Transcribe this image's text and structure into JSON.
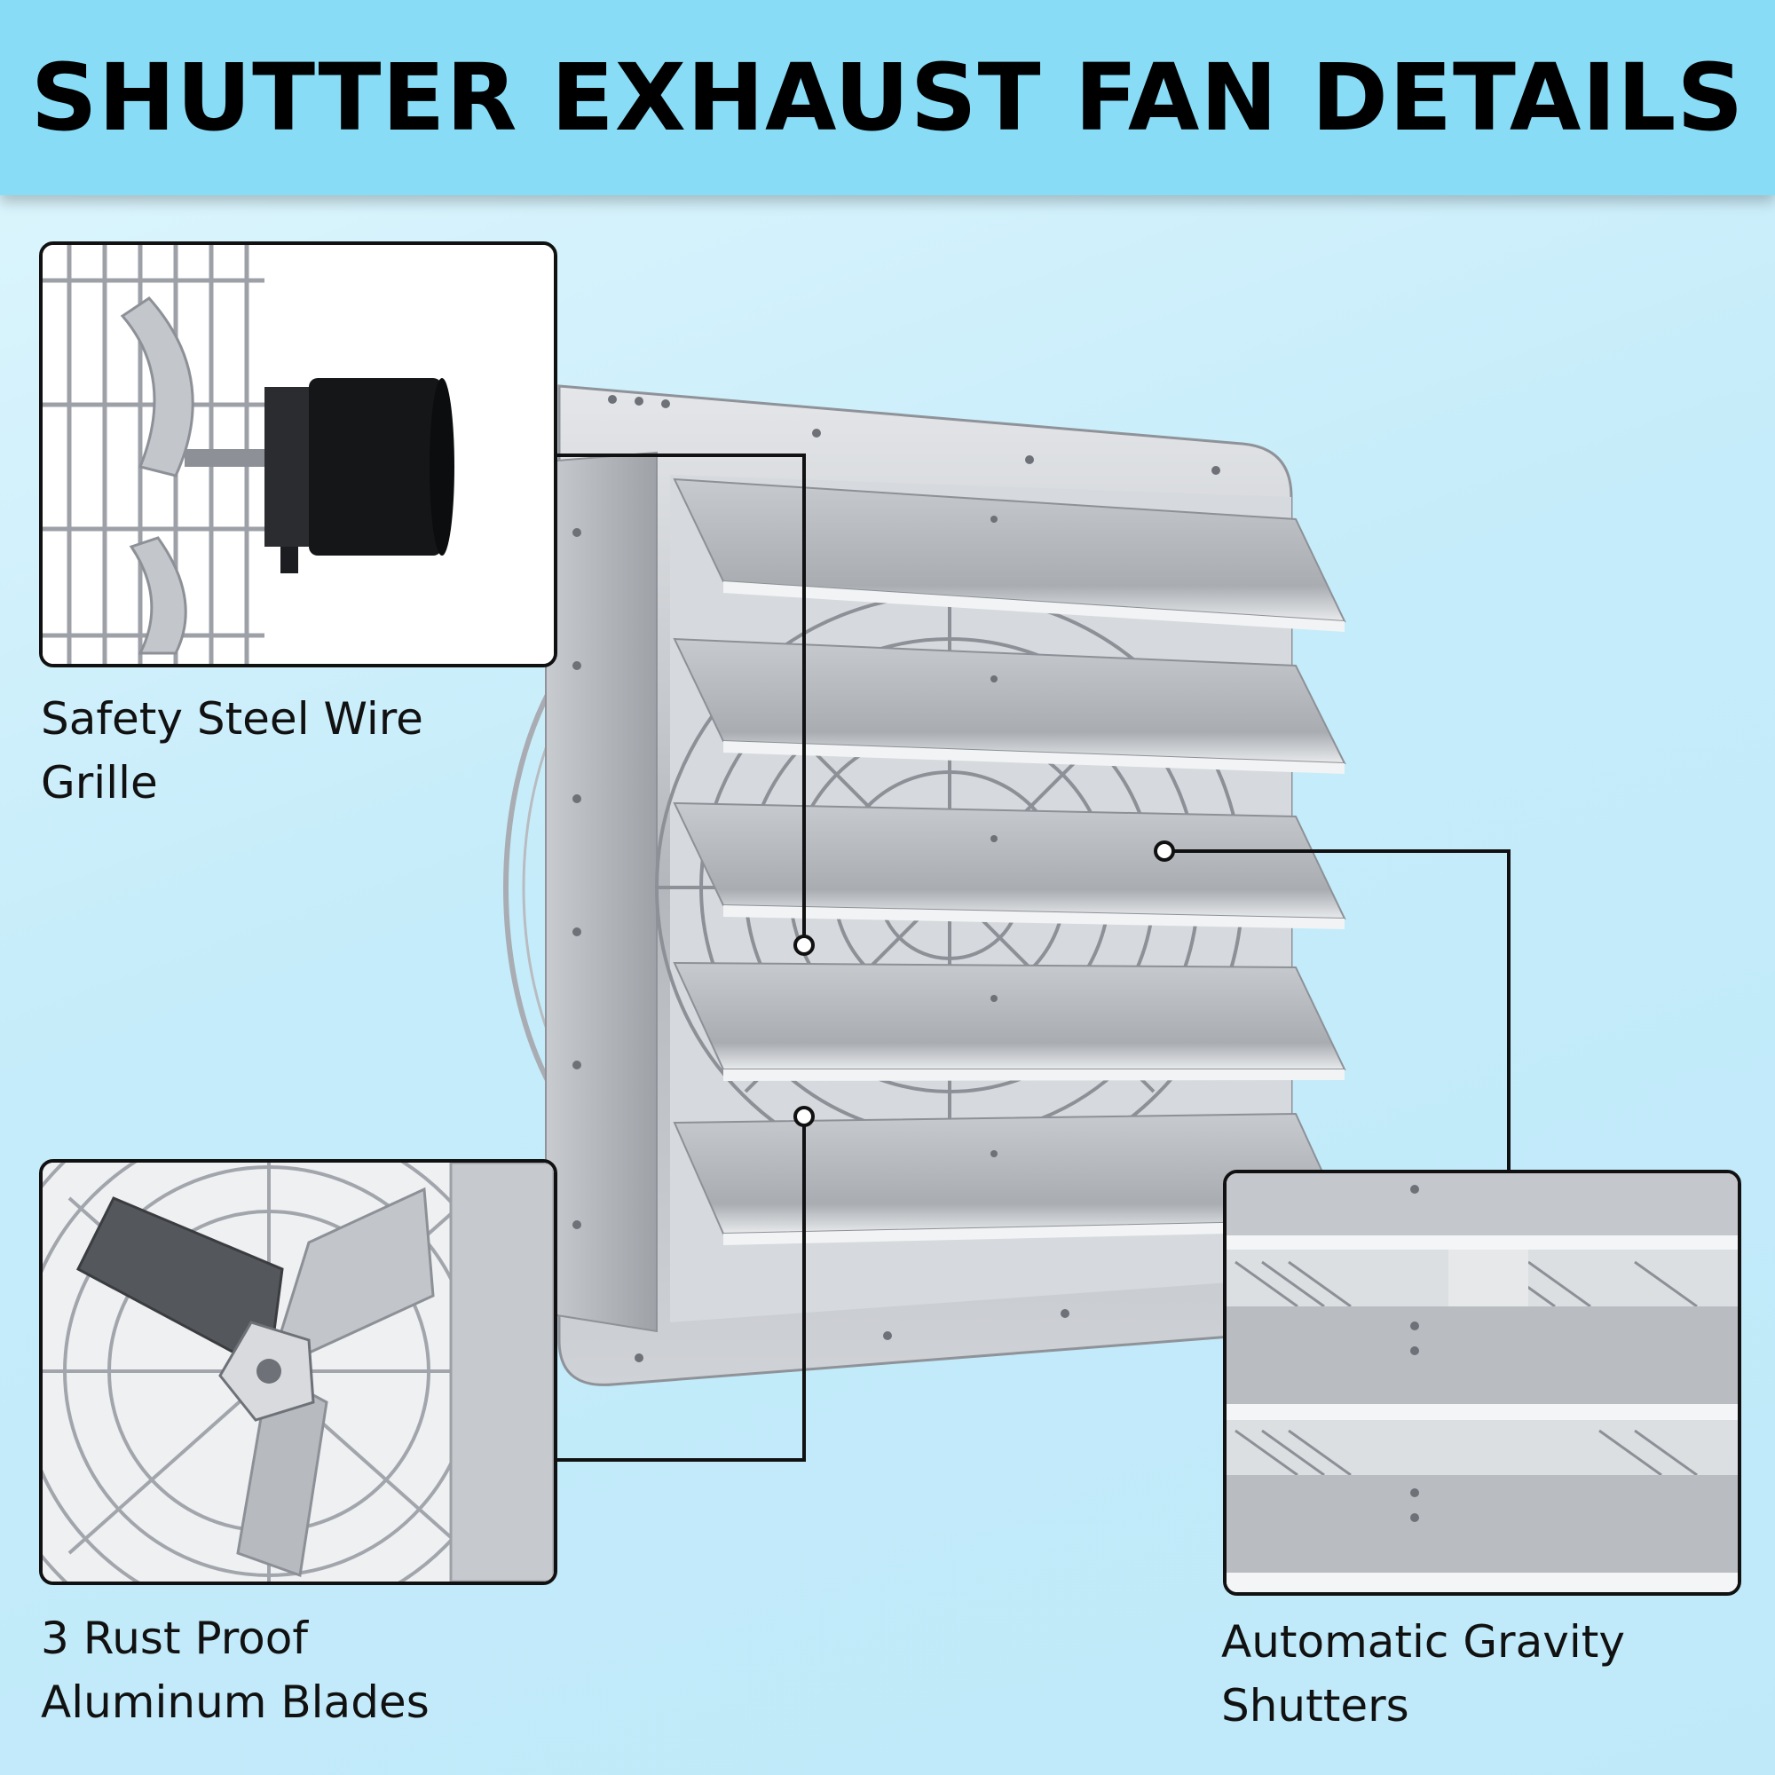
{
  "header": {
    "title": "SHUTTER EXHAUST FAN DETAILS"
  },
  "features": {
    "grille": {
      "line1": "Safety Steel Wire",
      "line2": "Grille",
      "icon": "fan-motor-closeup"
    },
    "blades": {
      "line1": "3 Rust Proof",
      "line2": "Aluminum Blades",
      "icon": "fan-blades-closeup"
    },
    "shutters": {
      "line1": "Automatic Gravity",
      "line2": "Shutters",
      "icon": "shutter-closeup"
    }
  },
  "colors": {
    "banner": "#88dcf6",
    "background": "#c5ecfa",
    "aluminum": "#b9bdc3",
    "outline": "#111111"
  }
}
